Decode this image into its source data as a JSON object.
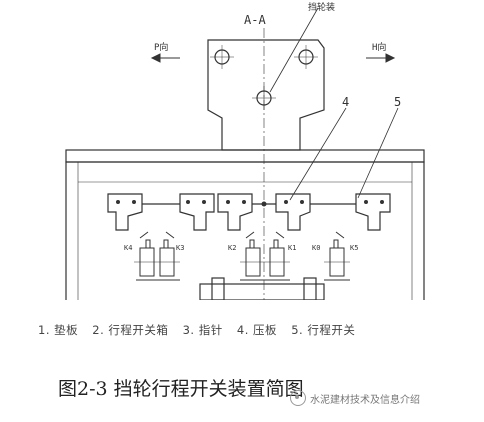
{
  "diagram": {
    "section_label": "A-A",
    "top_annotation": "挡轮装",
    "arrow_left": "P向",
    "arrow_right": "H向",
    "callout_4": "4",
    "callout_5": "5",
    "switch_labels": [
      "K4",
      "K3",
      "K2",
      "K1",
      "K0",
      "K5"
    ],
    "legend": [
      "1. 垫板",
      "2. 行程开关箱",
      "3. 指针",
      "4. 压板",
      "5. 行程开关"
    ],
    "caption": "图2-3 挡轮行程开关装置简图",
    "watermark": "水泥建材技术及信息介绍"
  }
}
